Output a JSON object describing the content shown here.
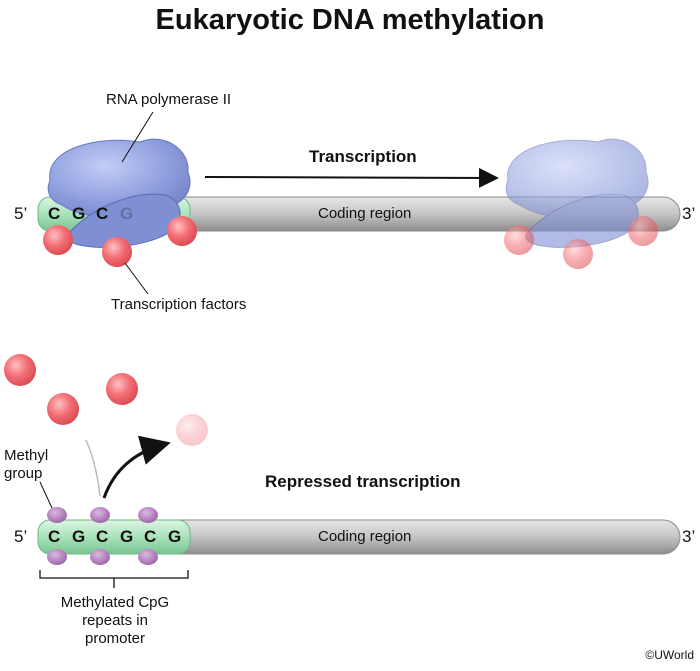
{
  "title": "Eukaryotic DNA methylation",
  "top_panel": {
    "enzyme_label": "RNA polymerase II",
    "factors_label": "Transcription factors",
    "arrow_label": "Transcription",
    "region_label": "Coding region",
    "five_prime": "5’",
    "three_prime": "3’",
    "promoter_bases": [
      "C",
      "G",
      "C",
      "G"
    ]
  },
  "bottom_panel": {
    "methyl_label_1": "Methyl",
    "methyl_label_2": "group",
    "status_label": "Repressed transcription",
    "region_label": "Coding region",
    "five_prime": "5’",
    "three_prime": "3’",
    "promoter_bases": [
      "C",
      "G",
      "C",
      "G",
      "C",
      "G"
    ],
    "bracket_label_1": "Methylated CpG",
    "bracket_label_2": "repeats in",
    "bracket_label_3": "promoter"
  },
  "copyright": "©UWorld",
  "colors": {
    "polymerase": "#8f9fdc",
    "transcription_factor": "#f26d73",
    "promoter": "#b6e8c4",
    "dna_rod": "#c4c4c4",
    "methyl_group": "#b07ab8"
  }
}
